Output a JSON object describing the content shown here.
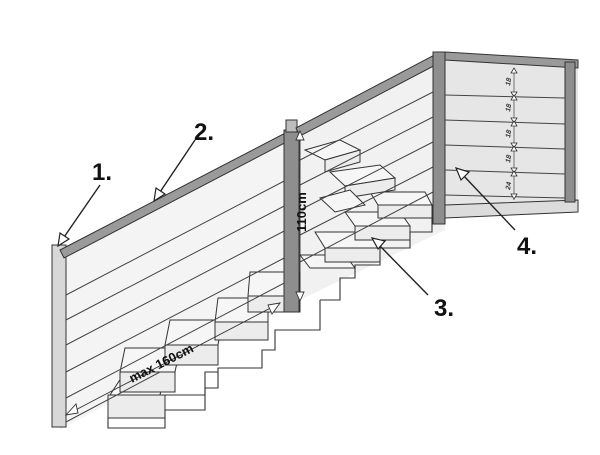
{
  "callouts": {
    "one": "1.",
    "two": "2.",
    "three": "3.",
    "four": "4."
  },
  "dimensions": {
    "height": "110cm",
    "span": "max 160cm"
  },
  "wire_spacing": [
    "18",
    "18",
    "18",
    "18",
    "24"
  ]
}
